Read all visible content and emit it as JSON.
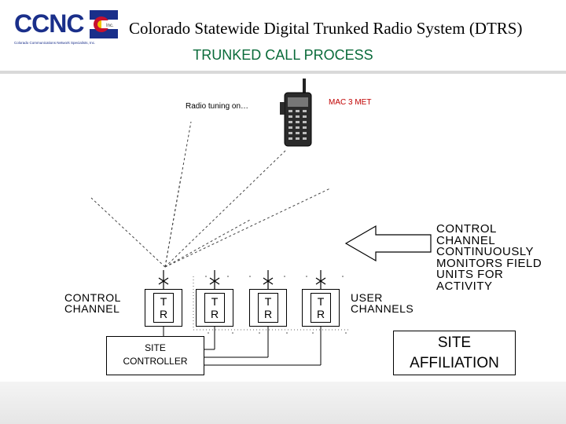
{
  "logo": {
    "text": "CCNC",
    "inc": "Inc.",
    "tagline": "Colorado Communications Network Specialists, Inc."
  },
  "header": {
    "title": "Colorado Statewide Digital Trunked Radio System (DTRS)",
    "subtitle": "TRUNKED CALL PROCESS"
  },
  "diagram": {
    "radio_label": "Radio tuning on…",
    "mac_label": "MAC 3 MET",
    "monitor_lines": [
      "CONTROL",
      "CHANNEL",
      "CONTINUOUSLY",
      "MONITORS FIELD",
      "UNITS FOR",
      "ACTIVITY"
    ],
    "control_channel_lines": [
      "CONTROL",
      "CHANNEL"
    ],
    "user_channels_lines": [
      "USER",
      "CHANNELS"
    ],
    "repeaters": [
      {
        "t": "T",
        "r": "R"
      },
      {
        "t": "T",
        "r": "R"
      },
      {
        "t": "T",
        "r": "R"
      },
      {
        "t": "T",
        "r": "R"
      }
    ],
    "site_controller_lines": [
      "SITE",
      "CONTROLLER"
    ],
    "site_affiliation_lines": [
      "SITE",
      "AFFILIATION"
    ]
  },
  "colors": {
    "subtitle": "#0a6b3a",
    "mac_label": "#c00000",
    "logo_blue": "#1a2f8a"
  }
}
